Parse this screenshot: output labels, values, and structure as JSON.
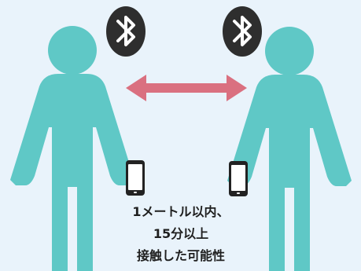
{
  "colors": {
    "background": "#e9f3fb",
    "person": "#5fc8c6",
    "arrow": "#da7080",
    "bluetooth_badge": "#2e2e2e",
    "bluetooth_symbol": "#ffffff",
    "phone_body": "#222222",
    "phone_screen": "#ffffff",
    "text": "#1f1f1f"
  },
  "icons": {
    "left_bluetooth": "bluetooth-icon",
    "right_bluetooth": "bluetooth-icon",
    "left_phone": "smartphone-icon",
    "right_phone": "smartphone-icon",
    "arrow": "double-arrow-icon",
    "left_person": "person-icon",
    "right_person": "person-icon"
  },
  "caption": {
    "line1": "1メートル以内、",
    "line2": "15分以上",
    "line3": "接触した可能性"
  }
}
